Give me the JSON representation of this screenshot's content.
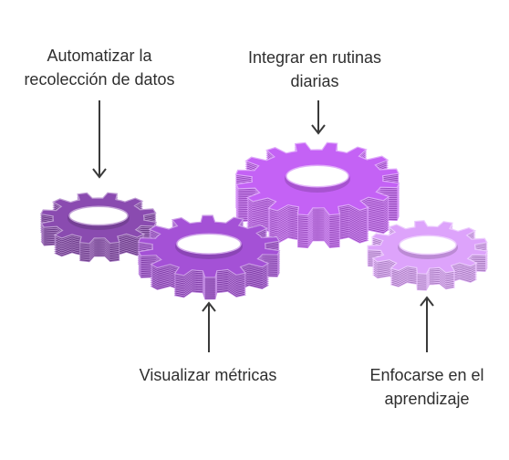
{
  "diagram": {
    "steps": [
      {
        "id": "automate",
        "lines": [
          "Automatizar la",
          "recolección de datos"
        ],
        "color": "#8a4bb0"
      },
      {
        "id": "visualize",
        "lines": [
          "Visualizar métricas"
        ],
        "color": "#a451d6"
      },
      {
        "id": "integrate",
        "lines": [
          "Integrar en rutinas",
          "diarias"
        ],
        "color": "#c462f5"
      },
      {
        "id": "focus",
        "lines": [
          "Enfocarse en el",
          "aprendizaje"
        ],
        "color": "#dda3fb"
      }
    ],
    "arrow_color": "#3a3a3a"
  }
}
